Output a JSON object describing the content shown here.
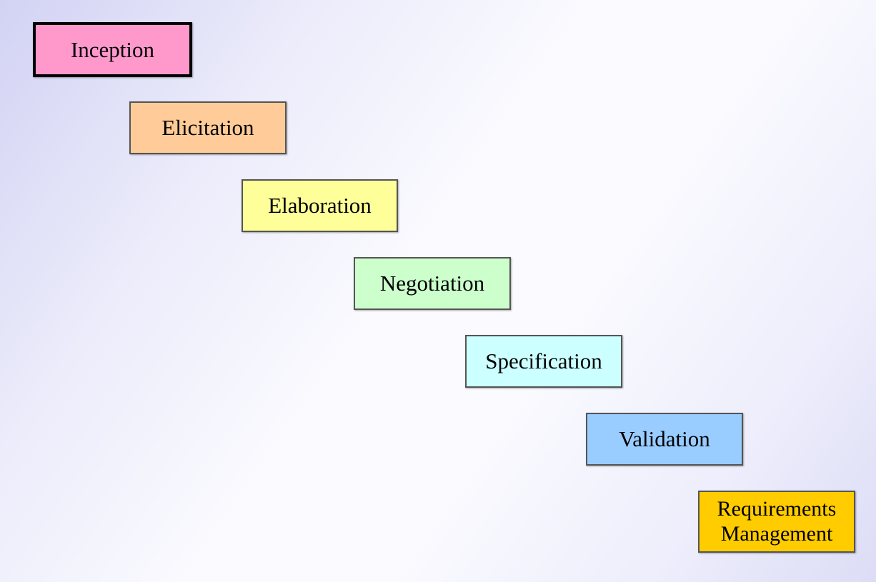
{
  "steps": [
    {
      "id": "inception",
      "label": "Inception",
      "color": "#ff99cc",
      "selected": true
    },
    {
      "id": "elicitation",
      "label": "Elicitation",
      "color": "#ffcc99",
      "selected": false
    },
    {
      "id": "elaboration",
      "label": "Elaboration",
      "color": "#ffff99",
      "selected": false
    },
    {
      "id": "negotiation",
      "label": "Negotiation",
      "color": "#ccffcc",
      "selected": false
    },
    {
      "id": "specification",
      "label": "Specification",
      "color": "#ccffff",
      "selected": false
    },
    {
      "id": "validation",
      "label": "Validation",
      "color": "#99ccff",
      "selected": false
    },
    {
      "id": "reqmgmt",
      "label": "Requirements\nManagement",
      "color": "#ffcc00",
      "selected": false
    }
  ]
}
